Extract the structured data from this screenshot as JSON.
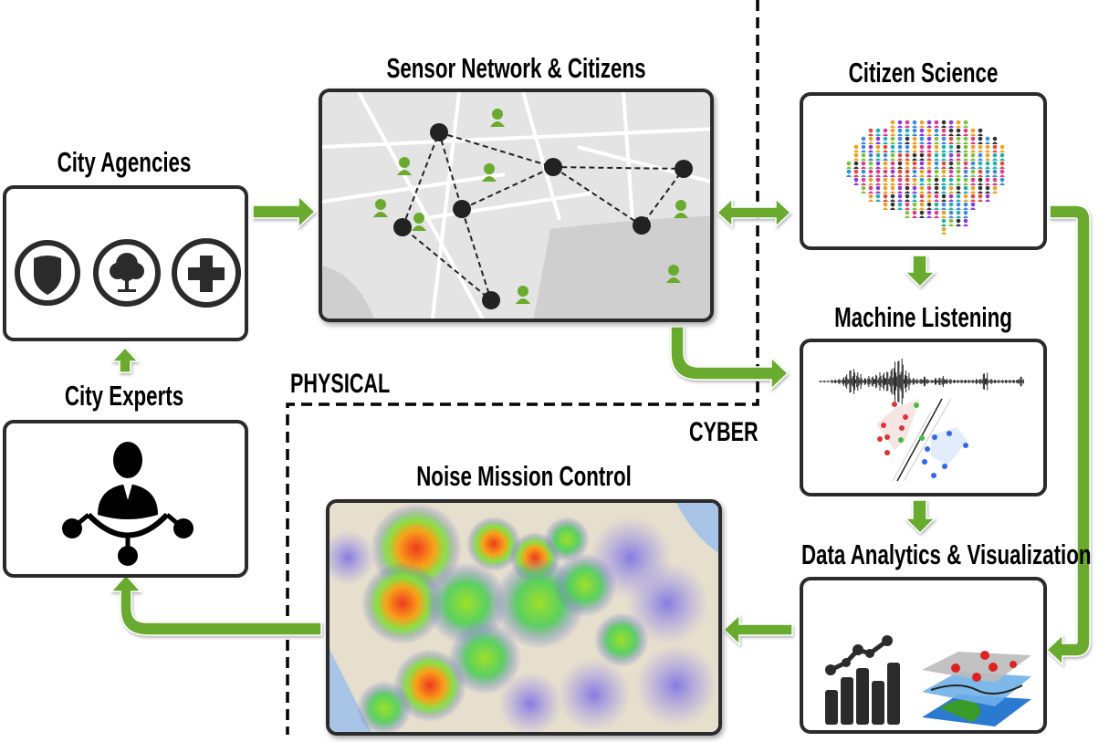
{
  "titles": {
    "city_agencies": "City Agencies",
    "city_experts": "City Experts",
    "sensor_network": "Sensor Network & Citizens",
    "citizen_science": "Citizen Science",
    "machine_listening": "Machine Listening",
    "data_analytics": "Data Analytics & Visualization",
    "noise_mission_control": "Noise Mission Control"
  },
  "regions": {
    "physical": "PHYSICAL",
    "cyber": "CYBER"
  },
  "colors": {
    "arrow": "#6aaa2e",
    "border": "#2b2b2b"
  },
  "icons": {
    "city_agencies": [
      "shield-icon",
      "tree-icon",
      "medical-cross-icon"
    ],
    "city_experts": "expert-network-icon",
    "data_analytics": [
      "line-bar-chart-icon",
      "map-layers-icon"
    ]
  }
}
